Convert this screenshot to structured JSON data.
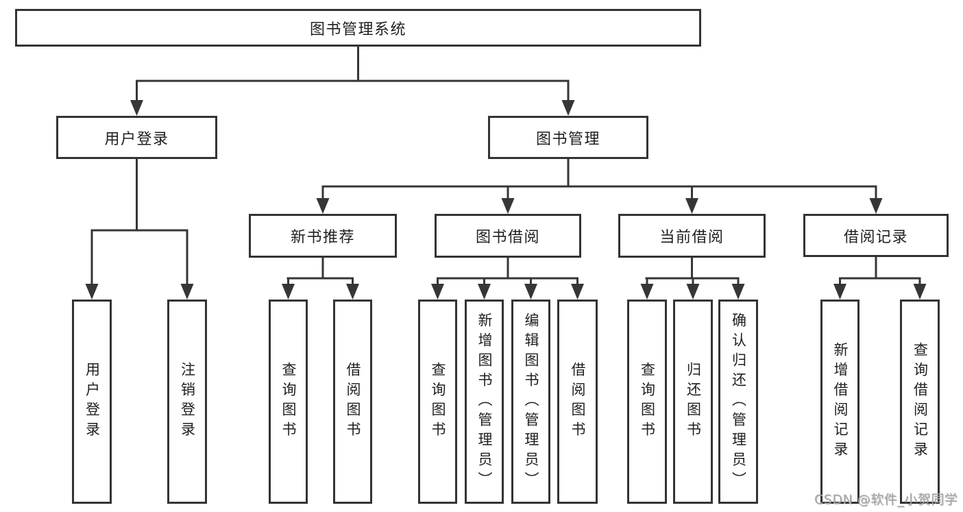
{
  "diagram": {
    "root_label": "图书管理系统",
    "level2": [
      "用户登录",
      "图书管理"
    ],
    "level3": [
      "新书推荐",
      "图书借阅",
      "当前借阅",
      "借阅记录"
    ],
    "leaves_user": [
      "用户登录",
      "注销登录"
    ],
    "leaves_newbook": [
      "查询图书",
      "借阅图书"
    ],
    "leaves_borrow": [
      "查询图书",
      "新增图书（管理员）",
      "编辑图书（管理员）",
      "借阅图书"
    ],
    "leaves_current": [
      "查询图书",
      "归还图书",
      "确认归还（管理员）"
    ],
    "leaves_records": [
      "新增借阅记录",
      "查询借阅记录"
    ],
    "line_color": "#363636",
    "border_color": "#333333",
    "text_color": "#1f1f1f"
  },
  "watermark": {
    "text": "CSDN @软件_小贺同学",
    "color": "#a9a9a9"
  }
}
